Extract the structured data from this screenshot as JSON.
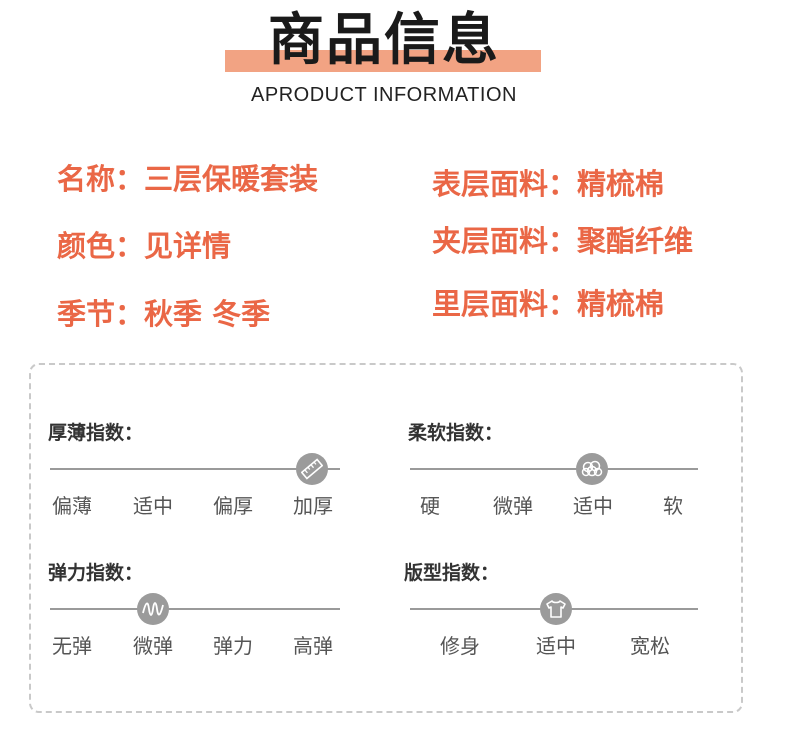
{
  "header": {
    "title": "商品信息",
    "subtitle": "APRODUCT INFORMATION",
    "accent_color": "#f2a383"
  },
  "info": {
    "text_color": "#ea6746",
    "left": [
      "名称：三层保暖套装",
      "颜色：见详情",
      "季节：秋季 冬季"
    ],
    "right": [
      "表层面料：精梳棉",
      "夹层面料：聚酯纤维",
      "里层面料：精梳棉"
    ]
  },
  "indices": {
    "thickness": {
      "title": "厚薄指数：",
      "options": [
        "偏薄",
        "适中",
        "偏厚",
        "加厚"
      ],
      "selected": "加厚",
      "icon": "ruler-icon"
    },
    "softness": {
      "title": "柔软指数：",
      "options": [
        "硬",
        "微弹",
        "适中",
        "软"
      ],
      "selected": "适中",
      "icon": "cotton-icon"
    },
    "elasticity": {
      "title": "弹力指数：",
      "options": [
        "无弹",
        "微弹",
        "弹力",
        "高弹"
      ],
      "selected": "微弹",
      "icon": "spring-icon"
    },
    "fit": {
      "title": "版型指数：",
      "options": [
        "修身",
        "适中",
        "宽松"
      ],
      "selected": "适中",
      "icon": "shirt-icon"
    }
  }
}
